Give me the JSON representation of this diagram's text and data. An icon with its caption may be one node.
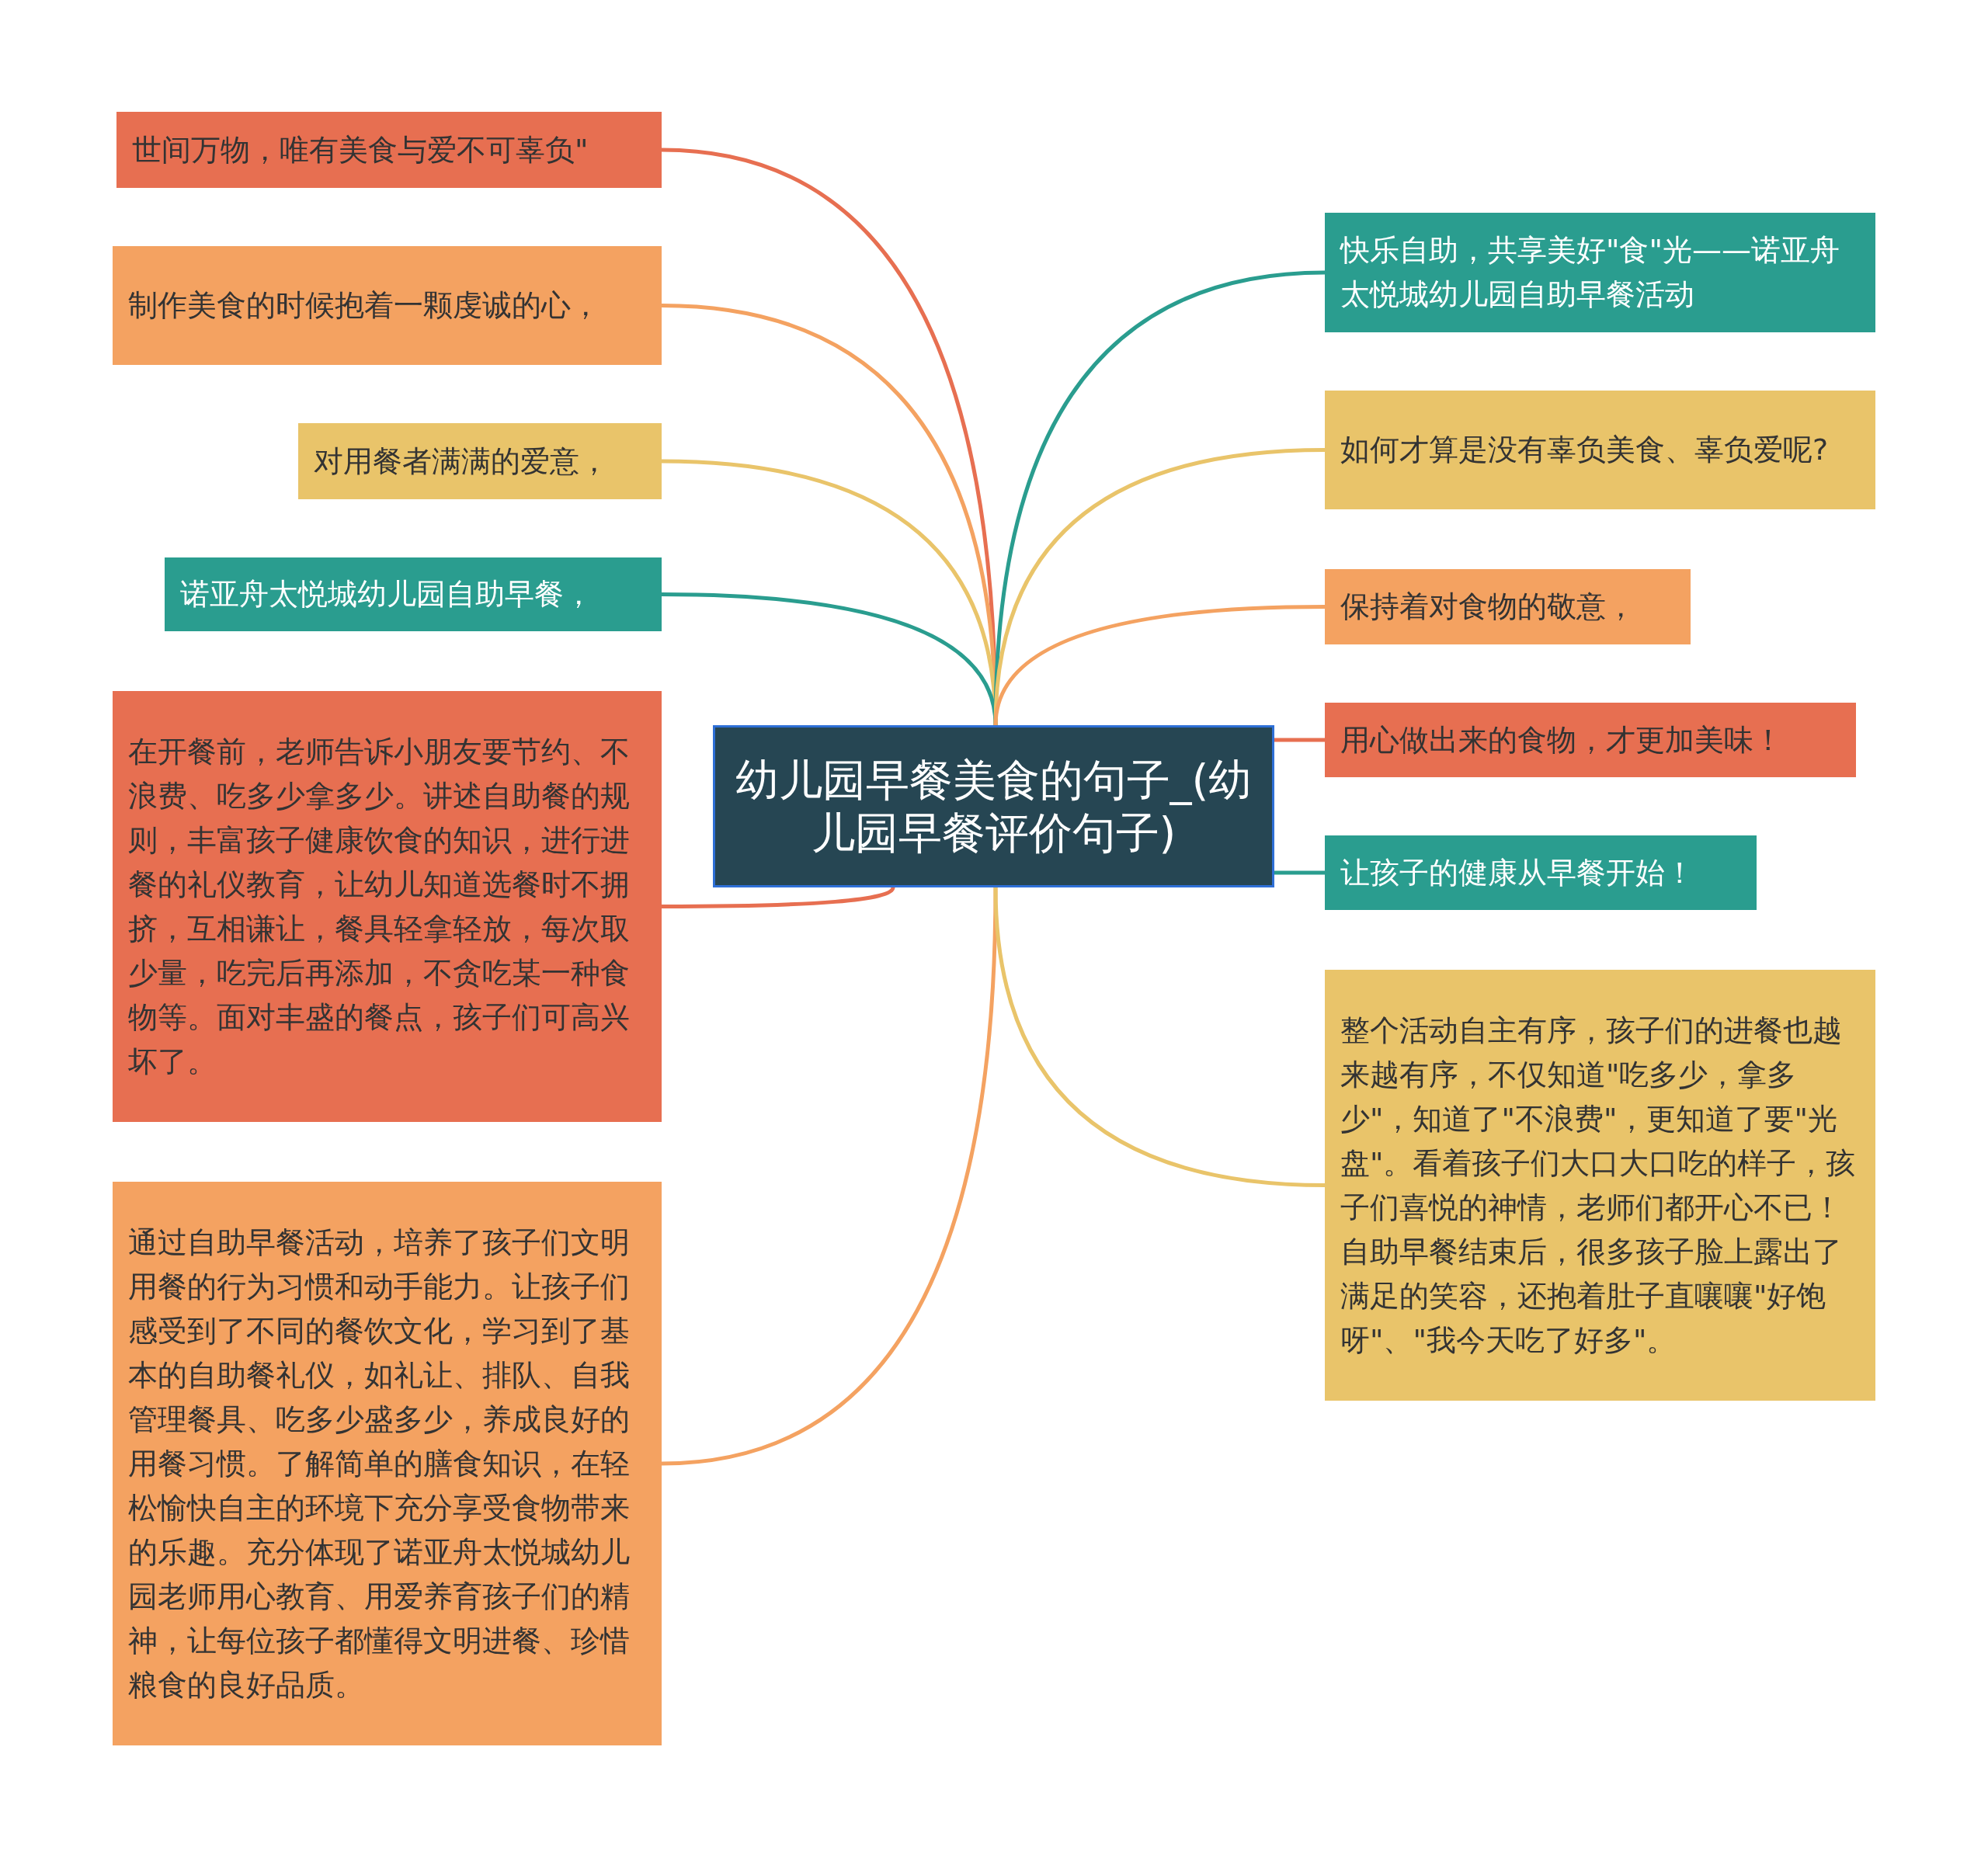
{
  "diagram": {
    "nodes": [
      {
        "text": [
          "幼儿园早餐美食的句子_(幼儿园早餐评价句子)"
        ]
      },
      {
        "text": [
          "世间万物，唯有美食与爱不可辜负\""
        ]
      },
      {
        "text": [
          "制作美食的时候抱着一颗虔诚的心，"
        ]
      },
      {
        "text": [
          "对用餐者满满的爱意，"
        ]
      },
      {
        "text": [
          "诺亚舟太悦城幼儿园自助早餐，"
        ]
      },
      {
        "text": [
          "在开餐前，老师告诉小朋友要节约、不浪费、吃多少拿多少。讲述自助餐的规则，丰富孩子健康饮食的知识，进行进餐的礼仪教育，让幼儿知道选餐时不拥挤，互相谦让，餐具轻拿轻放，每次取少量，吃完后再添加，不贪吃某一种食物等。面对丰盛的餐点，孩子们可高兴坏了。"
        ]
      },
      {
        "text": [
          "通过自助早餐活动，培养了孩子们文明用餐的行为习惯和动手能力。让孩子们感受到了不同的餐饮文化，学习到了基本的自助餐礼仪，如礼让、排队、自我管理餐具、吃多少盛多少，养成良好的用餐习惯。了解简单的膳食知识，在轻松愉快自主的环境下充分享受食物带来的乐趣。充分体现了诺亚舟太悦城幼儿园老师用心教育、用爱养育孩子们的精神，让每位孩子都懂得文明进餐、珍惜粮食的良好品质。"
        ]
      },
      {
        "text": [
          "快乐自助，共享美好\"食\"光——诺亚舟太悦城幼儿园自助早餐活动"
        ]
      },
      {
        "text": [
          "如何才算是没有辜负美食、辜负爱呢?"
        ]
      },
      {
        "text": [
          "保持着对食物的敬意，"
        ]
      },
      {
        "text": [
          "用心做出来的食物，才更加美味！"
        ]
      },
      {
        "text": [
          "让孩子的健康从早餐开始！"
        ]
      },
      {
        "text": [
          "整个活动自主有序，孩子们的进餐也越来越有序，不仅知道\"吃多少，拿多少\"，知道了\"不浪费\"，更知道了要\"光盘\"。看着孩子们大口大口吃的样子，孩子们喜悦的神情，老师们都开心不已！自助早餐结束后，很多孩子脸上露出了满足的笑容，还抱着肚子直嚷嚷\"好饱呀\"、\"我今天吃了好多\"。"
        ]
      }
    ],
    "edges": [
      {
        "from": 0,
        "to": 1,
        "arrow": "none",
        "color": "#e76f51"
      },
      {
        "from": 0,
        "to": 2,
        "arrow": "none",
        "color": "#f4a261"
      },
      {
        "from": 0,
        "to": 3,
        "arrow": "none",
        "color": "#e9c46a"
      },
      {
        "from": 0,
        "to": 4,
        "arrow": "none",
        "color": "#2a9d8f"
      },
      {
        "from": 0,
        "to": 5,
        "arrow": "none",
        "color": "#e76f51"
      },
      {
        "from": 0,
        "to": 6,
        "arrow": "none",
        "color": "#f4a261"
      },
      {
        "from": 0,
        "to": 7,
        "arrow": "none",
        "color": "#2a9d8f"
      },
      {
        "from": 0,
        "to": 8,
        "arrow": "none",
        "color": "#e9c46a"
      },
      {
        "from": 0,
        "to": 9,
        "arrow": "none",
        "color": "#f4a261"
      },
      {
        "from": 0,
        "to": 10,
        "arrow": "none",
        "color": "#e76f51"
      },
      {
        "from": 0,
        "to": 11,
        "arrow": "none",
        "color": "#2a9d8f"
      },
      {
        "from": 0,
        "to": 12,
        "arrow": "none",
        "color": "#e9c46a"
      }
    ]
  }
}
